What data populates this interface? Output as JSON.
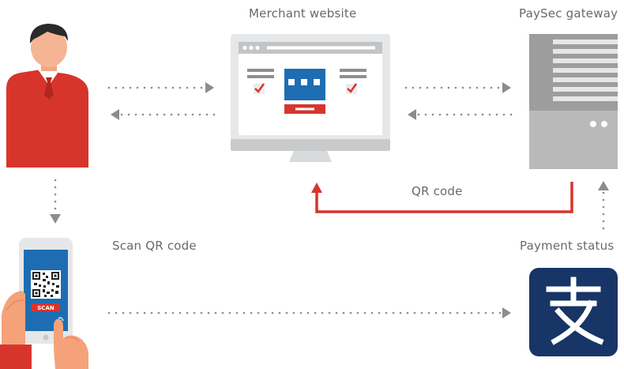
{
  "labels": {
    "merchant": "Merchant website",
    "gateway": "PaySec gateway",
    "qr_code": "QR code",
    "scan": "Scan QR code",
    "payment_status": "Payment status"
  },
  "phone": {
    "button_text": "SCAN"
  },
  "colors": {
    "red": "#d7352c",
    "blue": "#1e6db2",
    "grey_dark": "#9d9d9d",
    "grey_light": "#e6e7e8",
    "dots": "#8c8c8c",
    "alipay_bg": "#173566"
  },
  "icons": {
    "customer": "person-icon",
    "merchant": "monitor-icon",
    "gateway": "server-icon",
    "phone": "phone-qr-icon",
    "payment_app": "alipay-icon"
  }
}
